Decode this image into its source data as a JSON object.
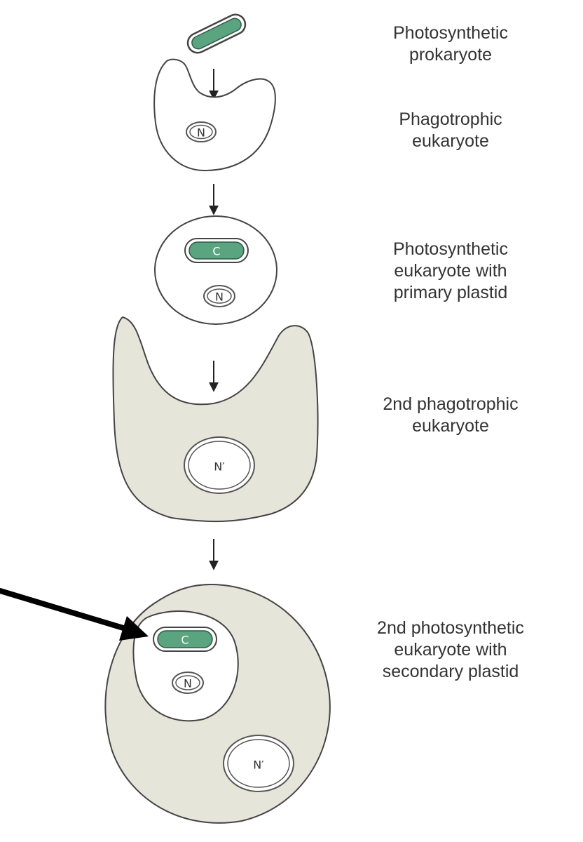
{
  "colors": {
    "host_fill": "#e6e5da",
    "cell_fill": "#ffffff",
    "outline": "#444444",
    "plastid_fill": "#5aa57f",
    "plastid_edge": "#2f5a45",
    "nucleus_edge": "#555555",
    "label_text": "#333333",
    "pointer_arrow": "#000000"
  },
  "steps": [
    {
      "lines": [
        "Photosynthetic",
        "prokaryote"
      ]
    },
    {
      "lines": [
        "Phagotrophic",
        "eukaryote"
      ]
    },
    {
      "lines": [
        "Photosynthetic",
        "eukaryote with",
        "primary plastid"
      ]
    },
    {
      "lines": [
        "2nd phagotrophic",
        "eukaryote"
      ]
    },
    {
      "lines": [
        "2nd photosynthetic",
        "eukaryote with",
        "secondary plastid"
      ]
    }
  ],
  "markers": {
    "nucleus": "N",
    "chloroplast": "C",
    "second_nucleus": "N′"
  }
}
